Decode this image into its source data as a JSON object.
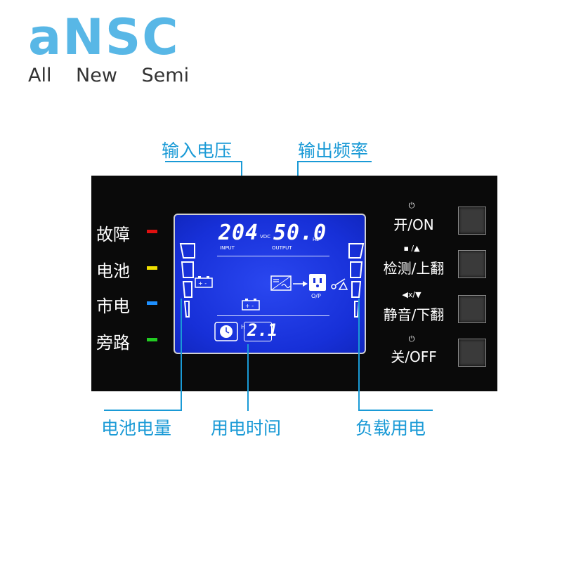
{
  "logo": {
    "mark": "aNSC",
    "subtitle": "All New Semi"
  },
  "callouts": {
    "input_voltage": "输入电压",
    "output_frequency": "输出频率",
    "battery_capacity": "电池电量",
    "backup_time": "用电时间",
    "load_level": "负载用电"
  },
  "indicators": [
    {
      "label": "故障",
      "color": "#e01010"
    },
    {
      "label": "电池",
      "color": "#f0e000"
    },
    {
      "label": "市电",
      "color": "#1e90ff"
    },
    {
      "label": "旁路",
      "color": "#22cc22"
    }
  ],
  "lcd": {
    "input_value": "204",
    "input_unit": "VDC",
    "input_label": "INPUT",
    "output_value": "50.0",
    "output_unit": "Hz",
    "output_label": "OUTPUT",
    "op_label": "O/P",
    "time_value": "2.1",
    "time_unit": "H",
    "battery_bars_level": 1.0,
    "load_bars_level": 1.0
  },
  "buttons": [
    {
      "icon": "⏻",
      "label": "开/ON",
      "icon_name": "power-icon"
    },
    {
      "icon": "▪ /▲",
      "label": "检测/上翻",
      "icon_name": "test-up-icon"
    },
    {
      "icon": "◀x/▼",
      "label": "静音/下翻",
      "icon_name": "mute-down-icon"
    },
    {
      "icon": "⏻",
      "label": "关/OFF",
      "icon_name": "power-icon"
    }
  ],
  "colors": {
    "accent": "#1a9ad6",
    "logo": "#58b7e6",
    "lcd": "#1730d8"
  }
}
